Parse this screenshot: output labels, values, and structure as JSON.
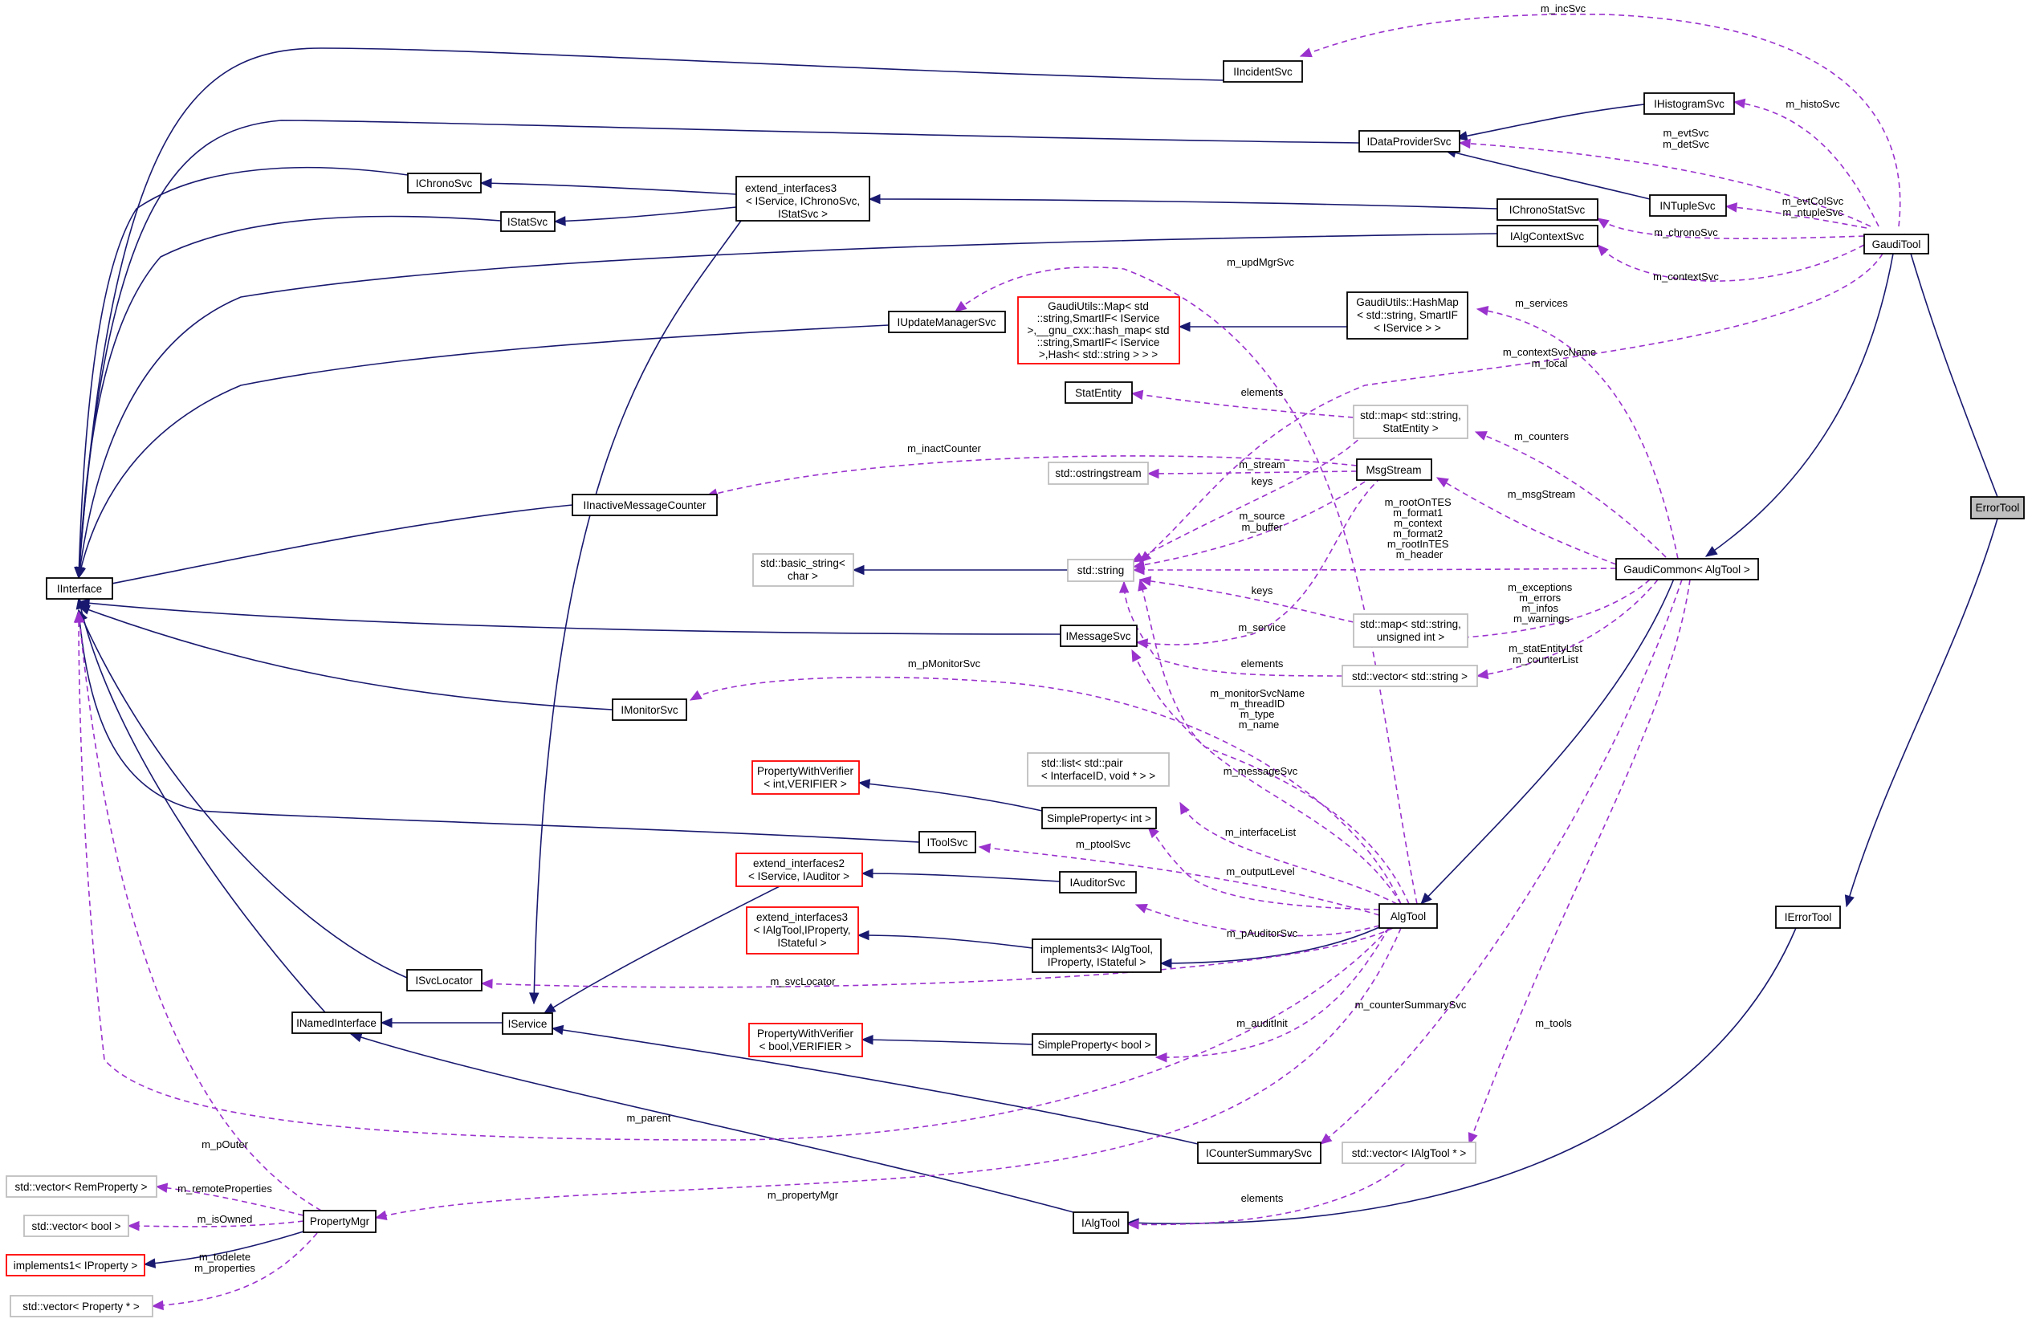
{
  "colors": {
    "inherit": "#191970",
    "use": "#9a32cd",
    "normal_border": "#000000",
    "template_border": "#ff0000",
    "external_border": "#bfbfbf",
    "highlight_fill": "#bfbfbf"
  },
  "nodes": {
    "errortool": "ErrorTool",
    "gauditool": "GaudiTool",
    "ierrortool": "IErrorTool",
    "gaudicommon": "GaudiCommon< AlgTool >",
    "algtool": "AlgTool",
    "iinterface": "IInterface",
    "iincidentsvc": "IIncidentSvc",
    "ihistogramsvc": "IHistogramSvc",
    "idataprovidersvc": "IDataProviderSvc",
    "intuplesvc": "INTupleSvc",
    "ichronostatsvc": "IChronoStatSvc",
    "ialgcontextsvc": "IAlgContextSvc",
    "ichronosvc": "IChronoSvc",
    "istatsvc": "IStatSvc",
    "extend3": [
      "extend_interfaces3",
      "< IService, IChronoSvc,",
      "IStatSvc >"
    ],
    "iupdatemanagersvc": "IUpdateManagerSvc",
    "gu_map": [
      "GaudiUtils::Map< std",
      "::string,SmartIF< IService",
      ">,__gnu_cxx::hash_map< std",
      "::string,SmartIF< IService",
      ">,Hash< std::string > > >"
    ],
    "gu_hashmap": [
      "GaudiUtils::HashMap",
      "< std::string, SmartIF",
      "< IService > >"
    ],
    "statentity": "StatEntity",
    "map_statentity": [
      "std::map< std::string,",
      "StatEntity >"
    ],
    "ostringstream": "std::ostringstream",
    "msgstream": "MsgStream",
    "iinactivemsgcounter": "IInactiveMessageCounter",
    "basic_string": [
      "std::basic_string<",
      "char >"
    ],
    "stdstring": "std::string",
    "map_uint": [
      "std::map< std::string,",
      "unsigned int >"
    ],
    "imessagesvc": "IMessageSvc",
    "vector_string": "std::vector< std::string >",
    "imonitorsvc": "IMonitorSvc",
    "list_pair": [
      "std::list< std::pair",
      "< InterfaceID, void * > >"
    ],
    "pwv_int": [
      "PropertyWithVerifier",
      "< int,VERIFIER >"
    ],
    "sp_int": "SimpleProperty< int >",
    "itoolsvc": "IToolSvc",
    "extend2": [
      "extend_interfaces2",
      "< IService, IAuditor >"
    ],
    "iauditorsvc": "IAuditorSvc",
    "ext3b": [
      "extend_interfaces3",
      "< IAlgTool,IProperty,",
      "IStateful >"
    ],
    "impl3": [
      "implements3< IAlgTool,",
      "IProperty, IStateful >"
    ],
    "isvclocator": "ISvcLocator",
    "inamedinterface": "INamedInterface",
    "iservice": "IService",
    "pwv_bool": [
      "PropertyWithVerifier",
      "< bool,VERIFIER >"
    ],
    "sp_bool": "SimpleProperty< bool >",
    "icountersummarysvc": "ICounterSummarySvc",
    "vector_ialgtool": "std::vector< IAlgTool * >",
    "ialgtool": "IAlgTool",
    "propertymgr": "PropertyMgr",
    "vec_remprop": "std::vector< RemProperty >",
    "vec_bool": "std::vector< bool >",
    "impl1": "implements1< IProperty >",
    "vec_property": "std::vector< Property * >"
  },
  "labels": {
    "m_incSvc": "m_incSvc",
    "m_histoSvc": "m_histoSvc",
    "m_evtSvc_detSvc": [
      "m_evtSvc",
      "m_detSvc"
    ],
    "m_evtColSvc_ntupleSvc": [
      "m_evtColSvc",
      "m_ntupleSvc"
    ],
    "m_chronoSvc": "m_chronoSvc",
    "m_contextSvc": "m_contextSvc",
    "m_updMgrSvc": "m_updMgrSvc",
    "m_services": "m_services",
    "m_contextSvcName_local": [
      "m_contextSvcName",
      "m_local"
    ],
    "elements_statentity": "elements",
    "m_counters": "m_counters",
    "m_inactCounter": "m_inactCounter",
    "m_stream": "m_stream",
    "keys_stream": "keys",
    "m_msgStream": "m_msgStream",
    "m_source_buffer": [
      "m_source",
      "m_buffer"
    ],
    "gc_strings": [
      "m_rootOnTES",
      "m_format1",
      "m_context",
      "m_format2",
      "m_rootInTES",
      "m_header"
    ],
    "keys_uint": "keys",
    "m_exceptions_group": [
      "m_exceptions",
      "m_errors",
      "m_infos",
      "m_warnings"
    ],
    "m_service": "m_service",
    "m_statEntityList_counterList": [
      "m_statEntityList",
      "m_counterList"
    ],
    "elements_vecstring": "elements",
    "m_pMonitorSvc": "m_pMonitorSvc",
    "algtool_strings": [
      "m_monitorSvcName",
      "m_threadID",
      "m_type",
      "m_name"
    ],
    "m_messageSvc": "m_messageSvc",
    "m_interfaceList": "m_interfaceList",
    "m_ptoolSvc": "m_ptoolSvc",
    "m_outputLevel": "m_outputLevel",
    "m_pAuditorSvc": "m_pAuditorSvc",
    "m_svcLocator": "m_svcLocator",
    "m_auditInit": "m_auditInit",
    "m_counterSummarySvc": "m_counterSummarySvc",
    "m_tools": "m_tools",
    "m_parent": "m_parent",
    "m_propertyMgr": "m_propertyMgr",
    "elements_ialgtool": "elements",
    "m_pOuter": "m_pOuter",
    "m_remoteProperties": "m_remoteProperties",
    "m_isOwned": "m_isOwned",
    "m_todelete_properties": [
      "m_todelete",
      "m_properties"
    ]
  }
}
